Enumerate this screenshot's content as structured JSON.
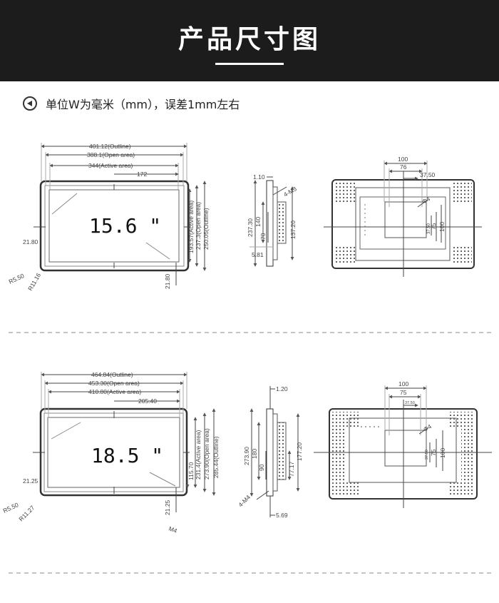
{
  "header": {
    "title": "产品尺寸图"
  },
  "note": {
    "icon": "left-arrow-circle-icon",
    "text": "单位W为毫米（mm），误差1mm左右"
  },
  "d156": {
    "front": {
      "outline_w": "401.12(Outline)",
      "open_w": "388.1(Open area)",
      "active_w": "344(Active area)",
      "half": "172",
      "active_h": "193.57(Active area)",
      "open_h": "237.3(Open area)",
      "outline_h": "250.05(Outline)",
      "margin_left": "21.80",
      "margin_bottom": "21.80",
      "r1": "R5.50",
      "r2": "R11.16",
      "label": "15.6 \""
    },
    "side": {
      "top": "1.10",
      "screw": "4-M3",
      "h1": "237.30",
      "h2": "140",
      "h3": "70",
      "h4": "137.20",
      "bottom": "5.81"
    },
    "back": {
      "w1": "100",
      "w2": "76",
      "w3": "37.50",
      "phi": "Φ4",
      "v1": "37.50",
      "v2": "75",
      "v3": "100"
    }
  },
  "d185": {
    "front": {
      "outline_w": "464.84(Outline)",
      "open_w": "453.30(Open area)",
      "active_w": "410.80(Active area)",
      "half": "205.40",
      "half_h": "115.70",
      "active_h": "231.4(Active area)",
      "open_h": "273.90(Open area)",
      "outline_h": "285.44(Outline)",
      "margin_left": "21.25",
      "margin_bottom": "21.25",
      "r1": "R5.50",
      "r2": "R11.27",
      "extra": "M4",
      "label": "18.5 \""
    },
    "side": {
      "top": "1.20",
      "h1": "273.90",
      "h2": "180",
      "h3": "90",
      "h4": "77.17",
      "h5": "177.20",
      "screw": "4-M4",
      "bottom": "5.69"
    },
    "back": {
      "w1": "100",
      "w2": "75",
      "w3": "37.50",
      "phi": "Φ4",
      "v1": "37.50",
      "v2": "75",
      "v3": "100"
    }
  }
}
